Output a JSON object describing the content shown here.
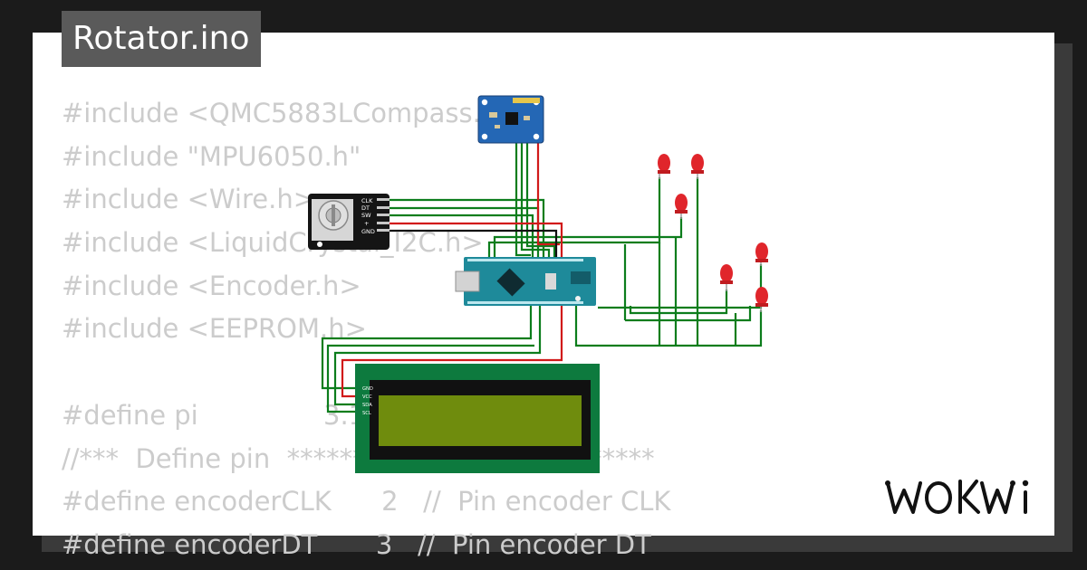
{
  "project": {
    "title": "Rotator.ino"
  },
  "code_lines": [
    "#include <QMC5883LCompass.h>",
    "#include \"MPU6050.h\"",
    "#include <Wire.h>",
    "#include <LiquidCrystal_I2C.h>",
    "#include <Encoder.h>",
    "#include <EEPROM.h>",
    "",
    "#define pi               3.14159265",
    "//***  Define pin  ****************************",
    "#define encoderCLK      2   //  Pin encoder CLK",
    "#define encoderDT       3   //  Pin encoder DT"
  ],
  "encoder": {
    "pins": [
      "CLK",
      "DT",
      "SW",
      "+",
      "GND"
    ]
  },
  "lcd": {
    "pins": [
      "GND",
      "VCC",
      "SDA",
      "SCL"
    ]
  },
  "brand": {
    "name": "WOKWI"
  },
  "colors": {
    "wire_green": "#0c7d1c",
    "wire_red": "#d11a1a",
    "led_red": "#e0252b",
    "lcd_board": "#0d7a3e",
    "nano_board": "#1e8a9a"
  }
}
